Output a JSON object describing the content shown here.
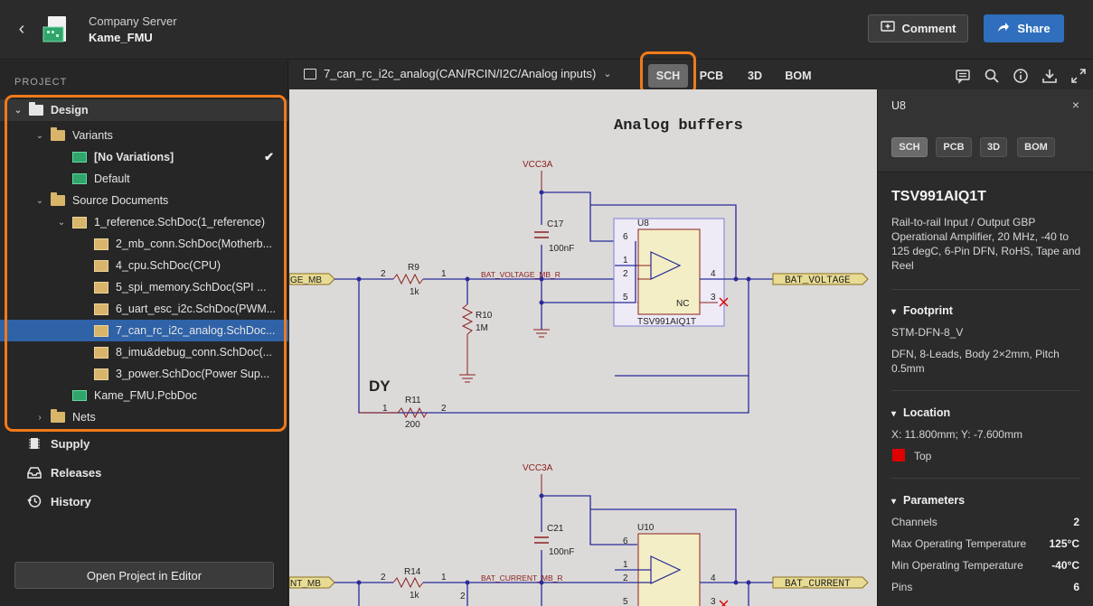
{
  "header": {
    "server_name": "Company Server",
    "project_name": "Kame_FMU",
    "comment_label": "Comment",
    "share_label": "Share"
  },
  "sidebar": {
    "heading": "PROJECT",
    "tree": [
      {
        "label": "Design",
        "level": 0,
        "icon": "folder-icon",
        "expanded": true
      },
      {
        "label": "Variants",
        "level": 1,
        "icon": "folder-icon",
        "expanded": true
      },
      {
        "label": "[No Variations]",
        "level": 2,
        "icon": "variant-icon",
        "checked": true
      },
      {
        "label": "Default",
        "level": 2,
        "icon": "variant-icon"
      },
      {
        "label": "Source Documents",
        "level": 1,
        "icon": "folder-icon",
        "expanded": true
      },
      {
        "label": "1_reference.SchDoc(1_reference)",
        "level": 2,
        "icon": "schdoc-icon",
        "expanded": true
      },
      {
        "label": "2_mb_conn.SchDoc(Motherb...",
        "level": 3,
        "icon": "schdoc-icon"
      },
      {
        "label": "4_cpu.SchDoc(CPU)",
        "level": 3,
        "icon": "schdoc-icon"
      },
      {
        "label": "5_spi_memory.SchDoc(SPI ...",
        "level": 3,
        "icon": "schdoc-icon"
      },
      {
        "label": "6_uart_esc_i2c.SchDoc(PWM...",
        "level": 3,
        "icon": "schdoc-icon"
      },
      {
        "label": "7_can_rc_i2c_analog.SchDoc...",
        "level": 3,
        "icon": "schdoc-icon",
        "selected": true
      },
      {
        "label": "8_imu&debug_conn.SchDoc(...",
        "level": 3,
        "icon": "schdoc-icon"
      },
      {
        "label": "3_power.SchDoc(Power Sup...",
        "level": 3,
        "icon": "schdoc-icon"
      },
      {
        "label": "Kame_FMU.PcbDoc",
        "level": 2,
        "icon": "pcbdoc-icon"
      },
      {
        "label": "Nets",
        "level": 1,
        "icon": "folder-icon",
        "expanded": false
      }
    ],
    "items": [
      {
        "label": "Supply"
      },
      {
        "label": "Releases"
      },
      {
        "label": "History"
      }
    ],
    "open_button": "Open Project in Editor"
  },
  "doc_toolbar": {
    "title": "7_can_rc_i2c_analog(CAN/RCIN/I2C/Analog inputs)",
    "tabs": [
      "SCH",
      "PCB",
      "3D",
      "BOM"
    ],
    "active_tab": "SCH"
  },
  "schematic": {
    "title": "Analog buffers",
    "vcc_top": "VCC3A",
    "vcc_bottom": "VCC3A",
    "c17": "C17",
    "c17_val": "100nF",
    "c21": "C21",
    "c21_val": "100nF",
    "u8": "U8",
    "u8_part": "TSV991AIQ1T",
    "u10": "U10",
    "r9": "R9",
    "r9_val": "1k",
    "r10": "R10",
    "r10_val": "1M",
    "r11": "R11",
    "r11_val": "200",
    "r14": "R14",
    "r14_val": "1k",
    "net_vmb": "BAT_VOLTAGE_MB_R",
    "net_cmb": "BAT_CURRENT_MB_R",
    "port_in_top": "GE_MB",
    "port_out_top": "BAT_VOLTAGE",
    "port_in_bot": "NT_MB",
    "port_out_bot": "BAT_CURRENT",
    "dy": "DY",
    "nc": "NC",
    "pins": {
      "p1": "1",
      "p2": "2",
      "p3": "3",
      "p4": "4",
      "p5": "5",
      "p6": "6"
    }
  },
  "panel": {
    "title": "U8",
    "tabs": [
      "SCH",
      "PCB",
      "3D",
      "BOM"
    ],
    "active_tab": "SCH",
    "part_name": "TSV991AIQ1T",
    "description": "Rail-to-rail Input / Output GBP Operational Amplifier, 20 MHz, -40 to 125 degC, 6-Pin DFN, RoHS, Tape and Reel",
    "footprint_title": "Footprint",
    "footprint_name": "STM-DFN-8_V",
    "footprint_desc": "DFN, 8-Leads, Body 2×2mm, Pitch 0.5mm",
    "location_title": "Location",
    "location": "X: 11.800mm; Y: -7.600mm",
    "layer": "Top",
    "layer_color": "#e00000",
    "parameters_title": "Parameters",
    "parameters": [
      {
        "name": "Channels",
        "value": "2"
      },
      {
        "name": "Max Operating Temperature",
        "value": "125°C"
      },
      {
        "name": "Min Operating Temperature",
        "value": "-40°C"
      },
      {
        "name": "Pins",
        "value": "6"
      }
    ]
  },
  "colors": {
    "accent": "#2f6fbd",
    "highlight": "#f07a1a",
    "selection": "#2f62a7"
  }
}
